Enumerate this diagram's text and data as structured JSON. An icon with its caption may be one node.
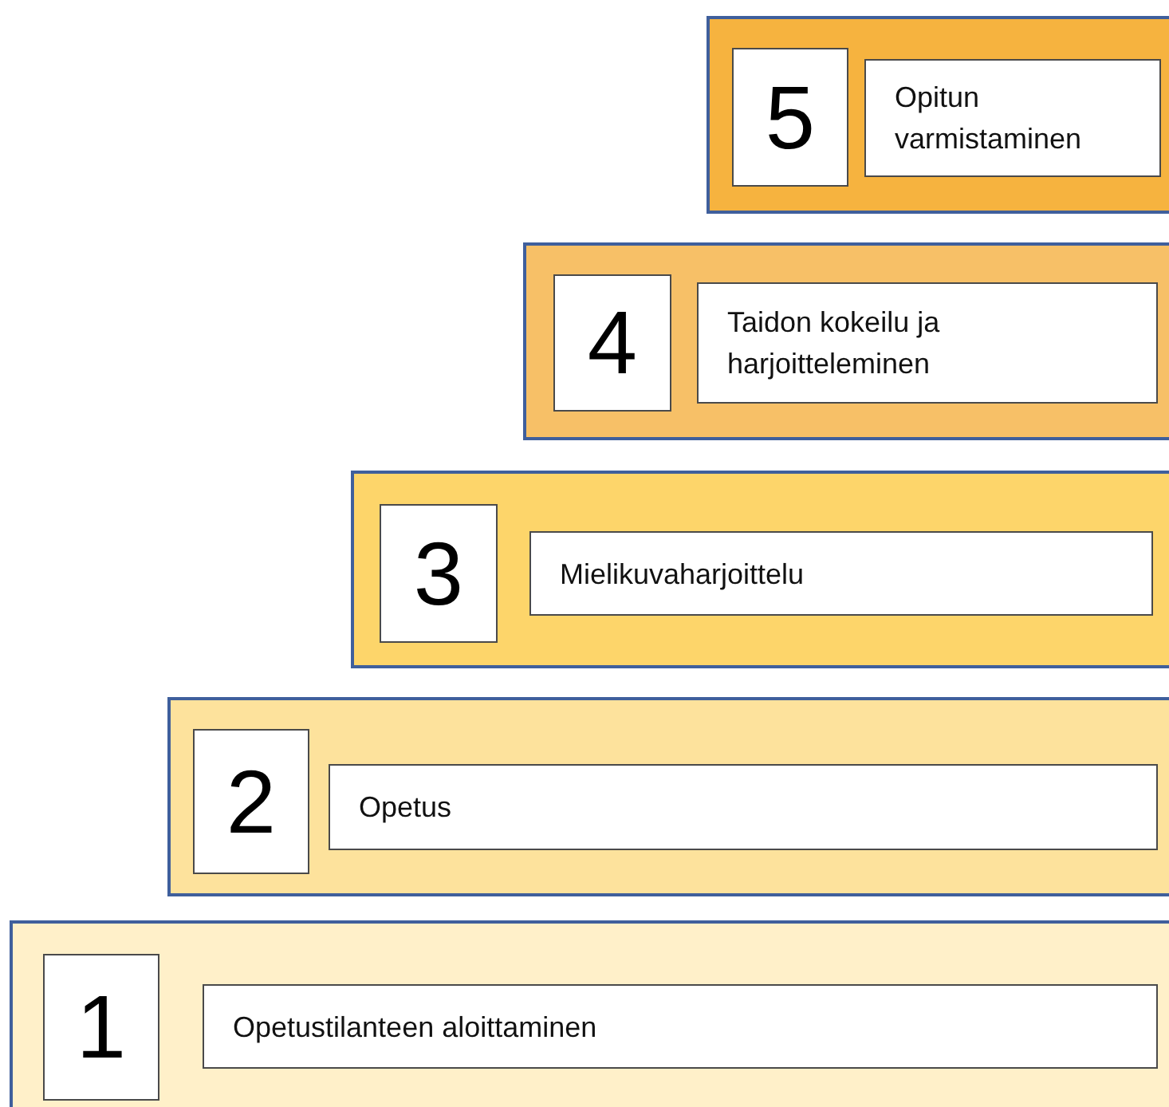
{
  "diagram": {
    "nodes": [
      {
        "text": [],
        "shape": "box"
      },
      {
        "text": [
          "5"
        ],
        "in": 0
      },
      {
        "text": [
          "Opitun varmistaminen"
        ],
        "in": 0
      },
      {
        "text": [],
        "shape": "box"
      },
      {
        "text": [
          "4"
        ],
        "in": 3
      },
      {
        "text": [
          "Taidon kokeilu ja harjoitteleminen"
        ],
        "in": 3
      },
      {
        "text": [],
        "shape": "box"
      },
      {
        "text": [
          "3"
        ],
        "in": 6
      },
      {
        "text": [
          "Mielikuvaharjoittelu"
        ],
        "in": 6
      },
      {
        "text": [],
        "shape": "box"
      },
      {
        "text": [
          "2"
        ],
        "in": 9
      },
      {
        "text": [
          "Opetus"
        ],
        "in": 9
      },
      {
        "text": [],
        "shape": "box"
      },
      {
        "text": [
          "1"
        ],
        "in": 12
      },
      {
        "text": [
          "Opetustilanteen aloittaminen"
        ],
        "in": 12
      }
    ]
  }
}
